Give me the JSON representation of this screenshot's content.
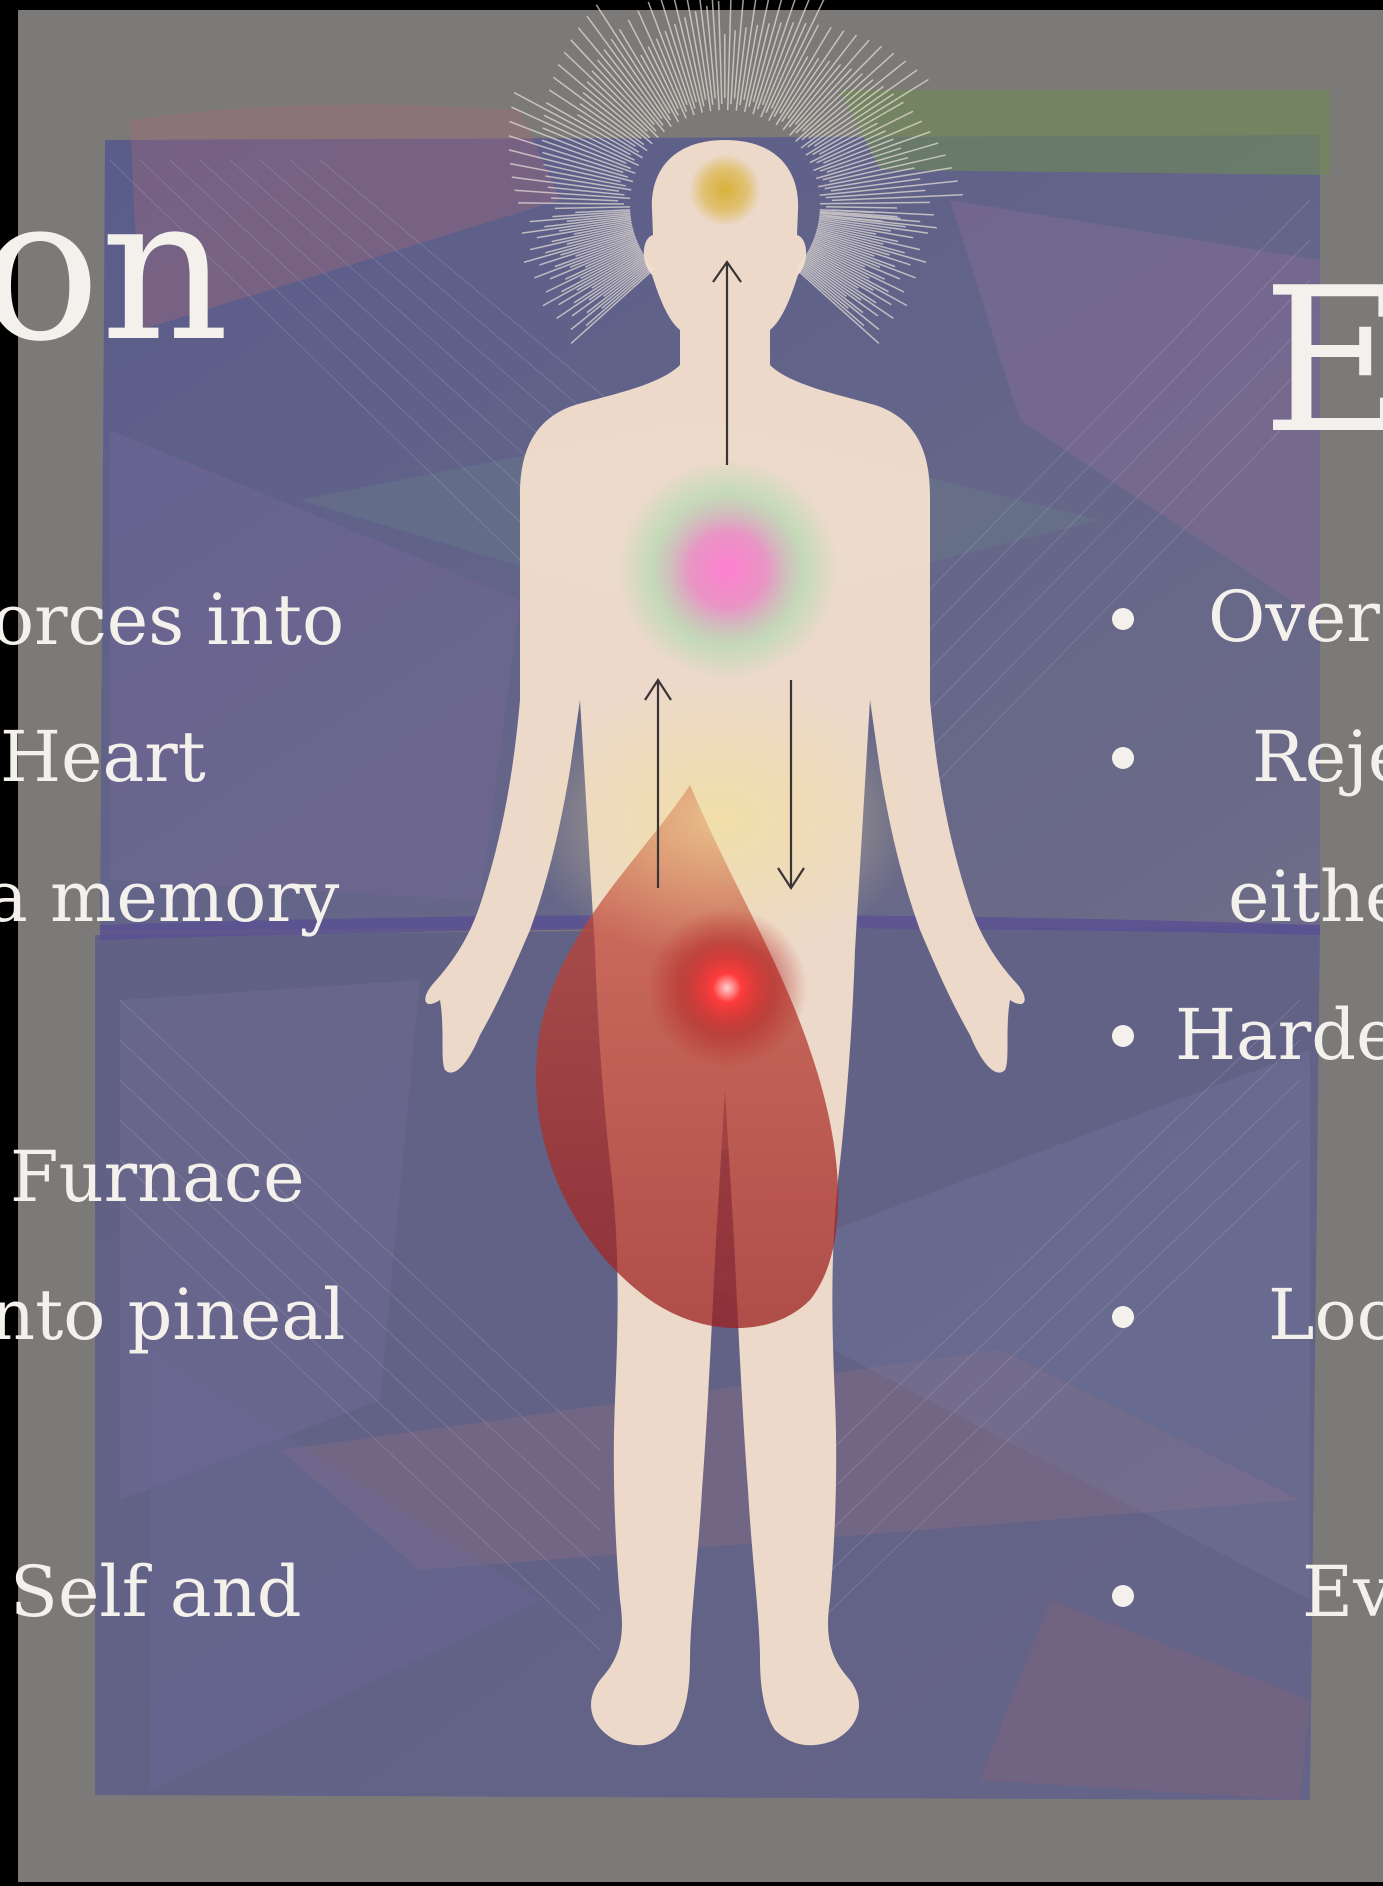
{
  "left_column": {
    "heading_fragment": "on",
    "lines": [
      "orces into",
      "Heart",
      "a memory",
      "Furnace",
      "nto pineal",
      ")",
      "Self and"
    ]
  },
  "right_column": {
    "heading_fragment": "E",
    "lines": [
      "Over",
      "Reje",
      "eithe",
      "Harde",
      "Loc",
      "Ev"
    ]
  },
  "colors": {
    "background": "#7b7a78",
    "panel": "#5d5d86",
    "body_silhouette": "#f6e2cf",
    "crown_glow": "#d9b13a",
    "heart_glow": "#e889c4",
    "root_glow": "#ff3c3c",
    "text": "#f4f1ec"
  }
}
